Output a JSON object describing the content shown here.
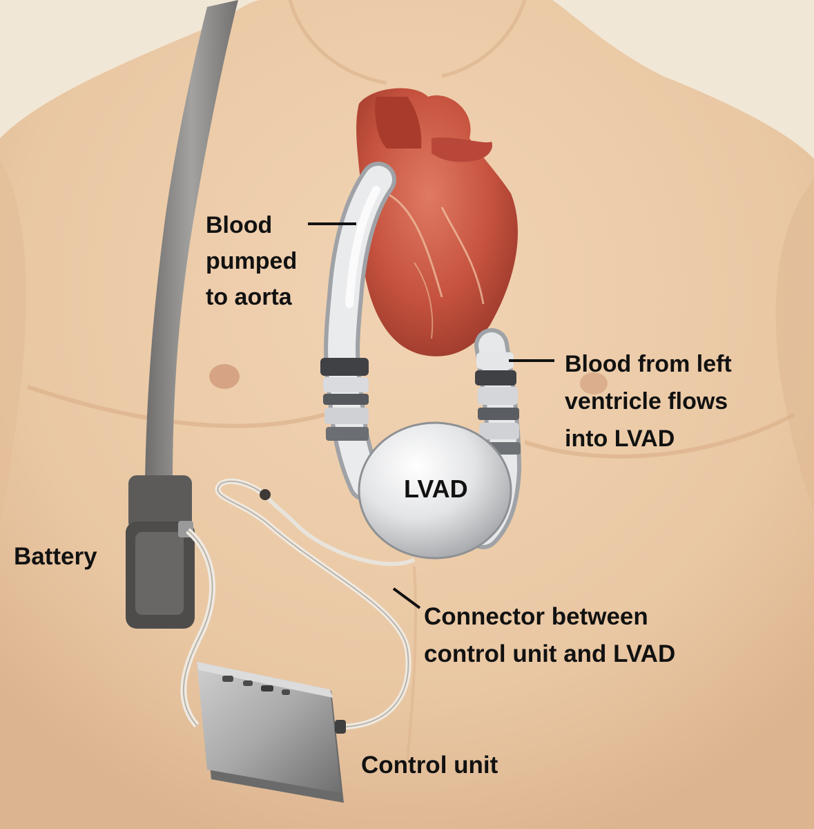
{
  "labels": {
    "aorta": [
      "Blood",
      "pumped",
      "to aorta"
    ],
    "ventricle": [
      "Blood from left",
      "ventricle flows",
      "into LVAD"
    ],
    "lvad": "LVAD",
    "battery": "Battery",
    "connector": [
      "Connector between",
      "control unit and LVAD"
    ],
    "control_unit": "Control unit"
  },
  "colors": {
    "background": "#f1e7d6",
    "skin": "#ebcaa6",
    "heart": "#c8533f",
    "device_metal": "#d4d6d8",
    "strap": "#8e8d8b",
    "text": "#111111"
  }
}
